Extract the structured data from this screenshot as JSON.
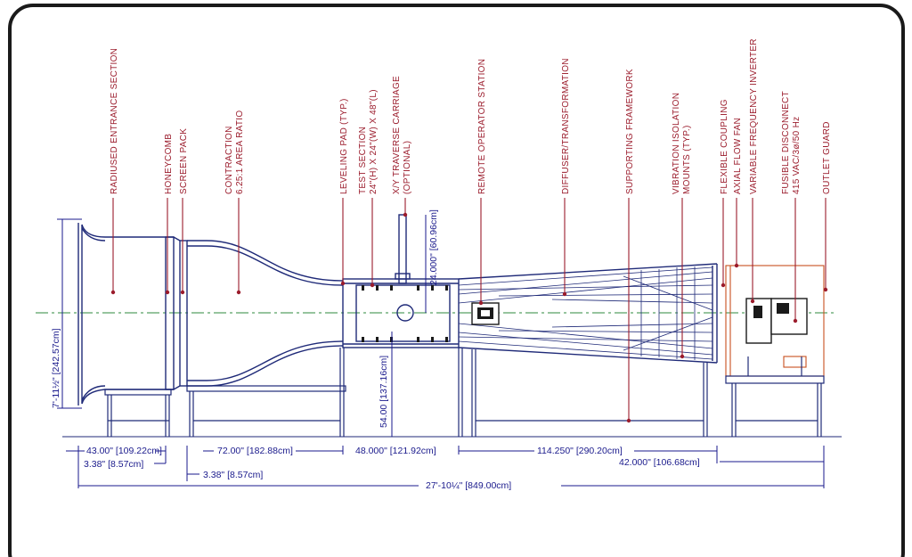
{
  "colors": {
    "frame": "#1a1a1a",
    "outline": "#1f2a78",
    "leader": "#9b1c2c",
    "fan_section": "#c8501e",
    "centerline": "#2d8a3e",
    "dimension": "#1a1a8c"
  },
  "labels": [
    {
      "id": "radiused-entrance",
      "text": "RADIUSED ENTRANCE SECTION"
    },
    {
      "id": "honeycomb",
      "text": "HONEYCOMB"
    },
    {
      "id": "screen-pack",
      "text": "SCREEN PACK"
    },
    {
      "id": "contraction-1",
      "text": "CONTRACTION"
    },
    {
      "id": "contraction-2",
      "text": "6.25:1 AREA RATIO"
    },
    {
      "id": "leveling-pad",
      "text": "LEVELING PAD (TYP.)"
    },
    {
      "id": "test-section-1",
      "text": "TEST SECTION"
    },
    {
      "id": "test-section-2",
      "text": "24\"(H) X 24\"(W) X 48\"(L)"
    },
    {
      "id": "traverse-1",
      "text": "X/Y TRAVERSE CARRIAGE"
    },
    {
      "id": "traverse-2",
      "text": "(OPTIONAL)"
    },
    {
      "id": "remote-operator",
      "text": "REMOTE OPERATOR STATION"
    },
    {
      "id": "diffuser",
      "text": "DIFFUSER/TRANSFORMATION"
    },
    {
      "id": "supporting-framework",
      "text": "SUPPORTING FRAMEWORK"
    },
    {
      "id": "vibration-1",
      "text": "VIBRATION ISOLATION"
    },
    {
      "id": "vibration-2",
      "text": "MOUNTS (TYP.)"
    },
    {
      "id": "flexible-coupling",
      "text": "FLEXIBLE COUPLING"
    },
    {
      "id": "axial-fan",
      "text": "AXIAL FLOW FAN"
    },
    {
      "id": "vfd",
      "text": "VARIABLE FREQUENCY INVERTER"
    },
    {
      "id": "fusible-1",
      "text": "FUSIBLE DISCONNECT"
    },
    {
      "id": "fusible-2",
      "text": "415 VAC/3ø/50 Hz"
    },
    {
      "id": "outlet-guard",
      "text": "OUTLET GUARD"
    }
  ],
  "dimensions": {
    "height_overall": "7'-11½\" [242.57cm]",
    "traverse_height": "24.000\" [60.96cm]",
    "test_height": "54.00 [137.16cm]",
    "entrance": "43.00\" [109.22cm]",
    "honeycomb": "3.38\" [8.57cm]",
    "screen": "3.38\" [8.57cm]",
    "contraction": "72.00\" [182.88cm]",
    "test_length": "48.000\" [121.92cm]",
    "diffuser": "114.250\" [290.20cm]",
    "fan": "42.000\" [106.68cm]",
    "overall": "27'-10¼\" [849.00cm]"
  }
}
